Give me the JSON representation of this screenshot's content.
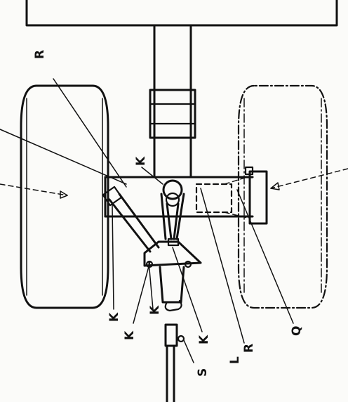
{
  "labels": {
    "r_top": "R",
    "k_top": "K",
    "k1": "K",
    "k2": "K",
    "k3": "K",
    "k4": "K",
    "s": "S",
    "l": "L",
    "r_bottom": "R",
    "q": "Q"
  }
}
